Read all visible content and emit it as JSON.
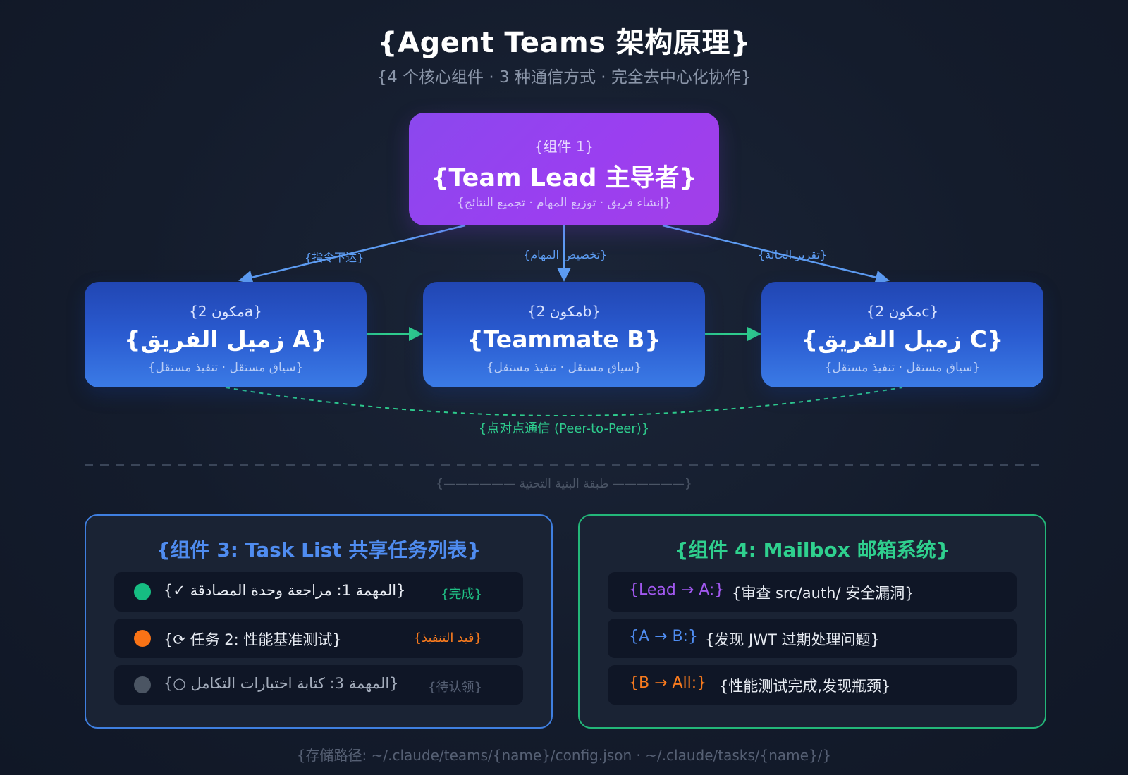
{
  "header": {
    "title": "{Agent Teams 架构原理}",
    "subtitle": "{4 个核心组件 · 3 种通信方式 · 完全去中心化协作}"
  },
  "lead": {
    "kicker": "{组件 1}",
    "title": "{Team Lead 主导者}",
    "description": "{إنشاء فريق · توزيع المهام · تجميع النتائج}"
  },
  "edges": {
    "to_a": "{指令下达}",
    "to_b": "{تخصيص المهام}",
    "to_c": "{تقرير الحالة}"
  },
  "teammates": [
    {
      "kicker": "{2 مكونa}",
      "title": "{زميل الفريق A}",
      "description": "{سياق مستقل · تنفيذ مستقل}"
    },
    {
      "kicker": "{2 مكونb}",
      "title": "{Teammate B}",
      "description": "{سياق مستقل · تنفيذ مستقل}"
    },
    {
      "kicker": "{2 مكونc}",
      "title": "{زميل الفريق C}",
      "description": "{سياق مستقل · تنفيذ مستقل}"
    }
  ],
  "peer_label": "{点对点通信 (Peer-to-Peer)}",
  "infra_label": "{——————  طبقة البنية التحتية ——————}",
  "task_list": {
    "title": "{组件 3: Task List 共享任务列表}",
    "items": [
      {
        "text": "{✓ المهمة 1: مراجعة وحدة المصادقة}",
        "status": "{完成}",
        "status_color": "#20c185",
        "dot_color": "#16bd82",
        "text_color": "#e8ecf3"
      },
      {
        "text": "{⟳ 任务 2: 性能基准测试}",
        "status": "{قيد التنفيذ}",
        "status_color": "#f97b1e",
        "dot_color": "#f97316",
        "text_color": "#e8ecf3"
      },
      {
        "text": "{○ المهمة 3: كتابة اختبارات التكامل}",
        "status": "{待认领}",
        "status_color": "#566074",
        "dot_color": "#4b5563",
        "text_color": "#a3acbb"
      }
    ]
  },
  "mailbox": {
    "title": "{组件 4: Mailbox 邮箱系统}",
    "items": [
      {
        "route": "{Lead → A:}",
        "route_color": "#a259f0",
        "text": "{审查 src/auth/ 安全漏洞}"
      },
      {
        "route": "{A → B:}",
        "route_color": "#4f8cf0",
        "text": "{发现 JWT 过期处理问题}"
      },
      {
        "route": "{B → All:}",
        "route_color": "#f97b1e",
        "text": "{性能测试完成,发现瓶颈}"
      }
    ]
  },
  "footer": "{存储路径: ~/.claude/teams/{name}/config.json · ~/.claude/tasks/{name}/}",
  "colors": {
    "lead": "#9a3ff0",
    "teammate": "#2a5bd0",
    "edge_blue": "#5d9cf2",
    "edge_green": "#2ecb8d"
  }
}
